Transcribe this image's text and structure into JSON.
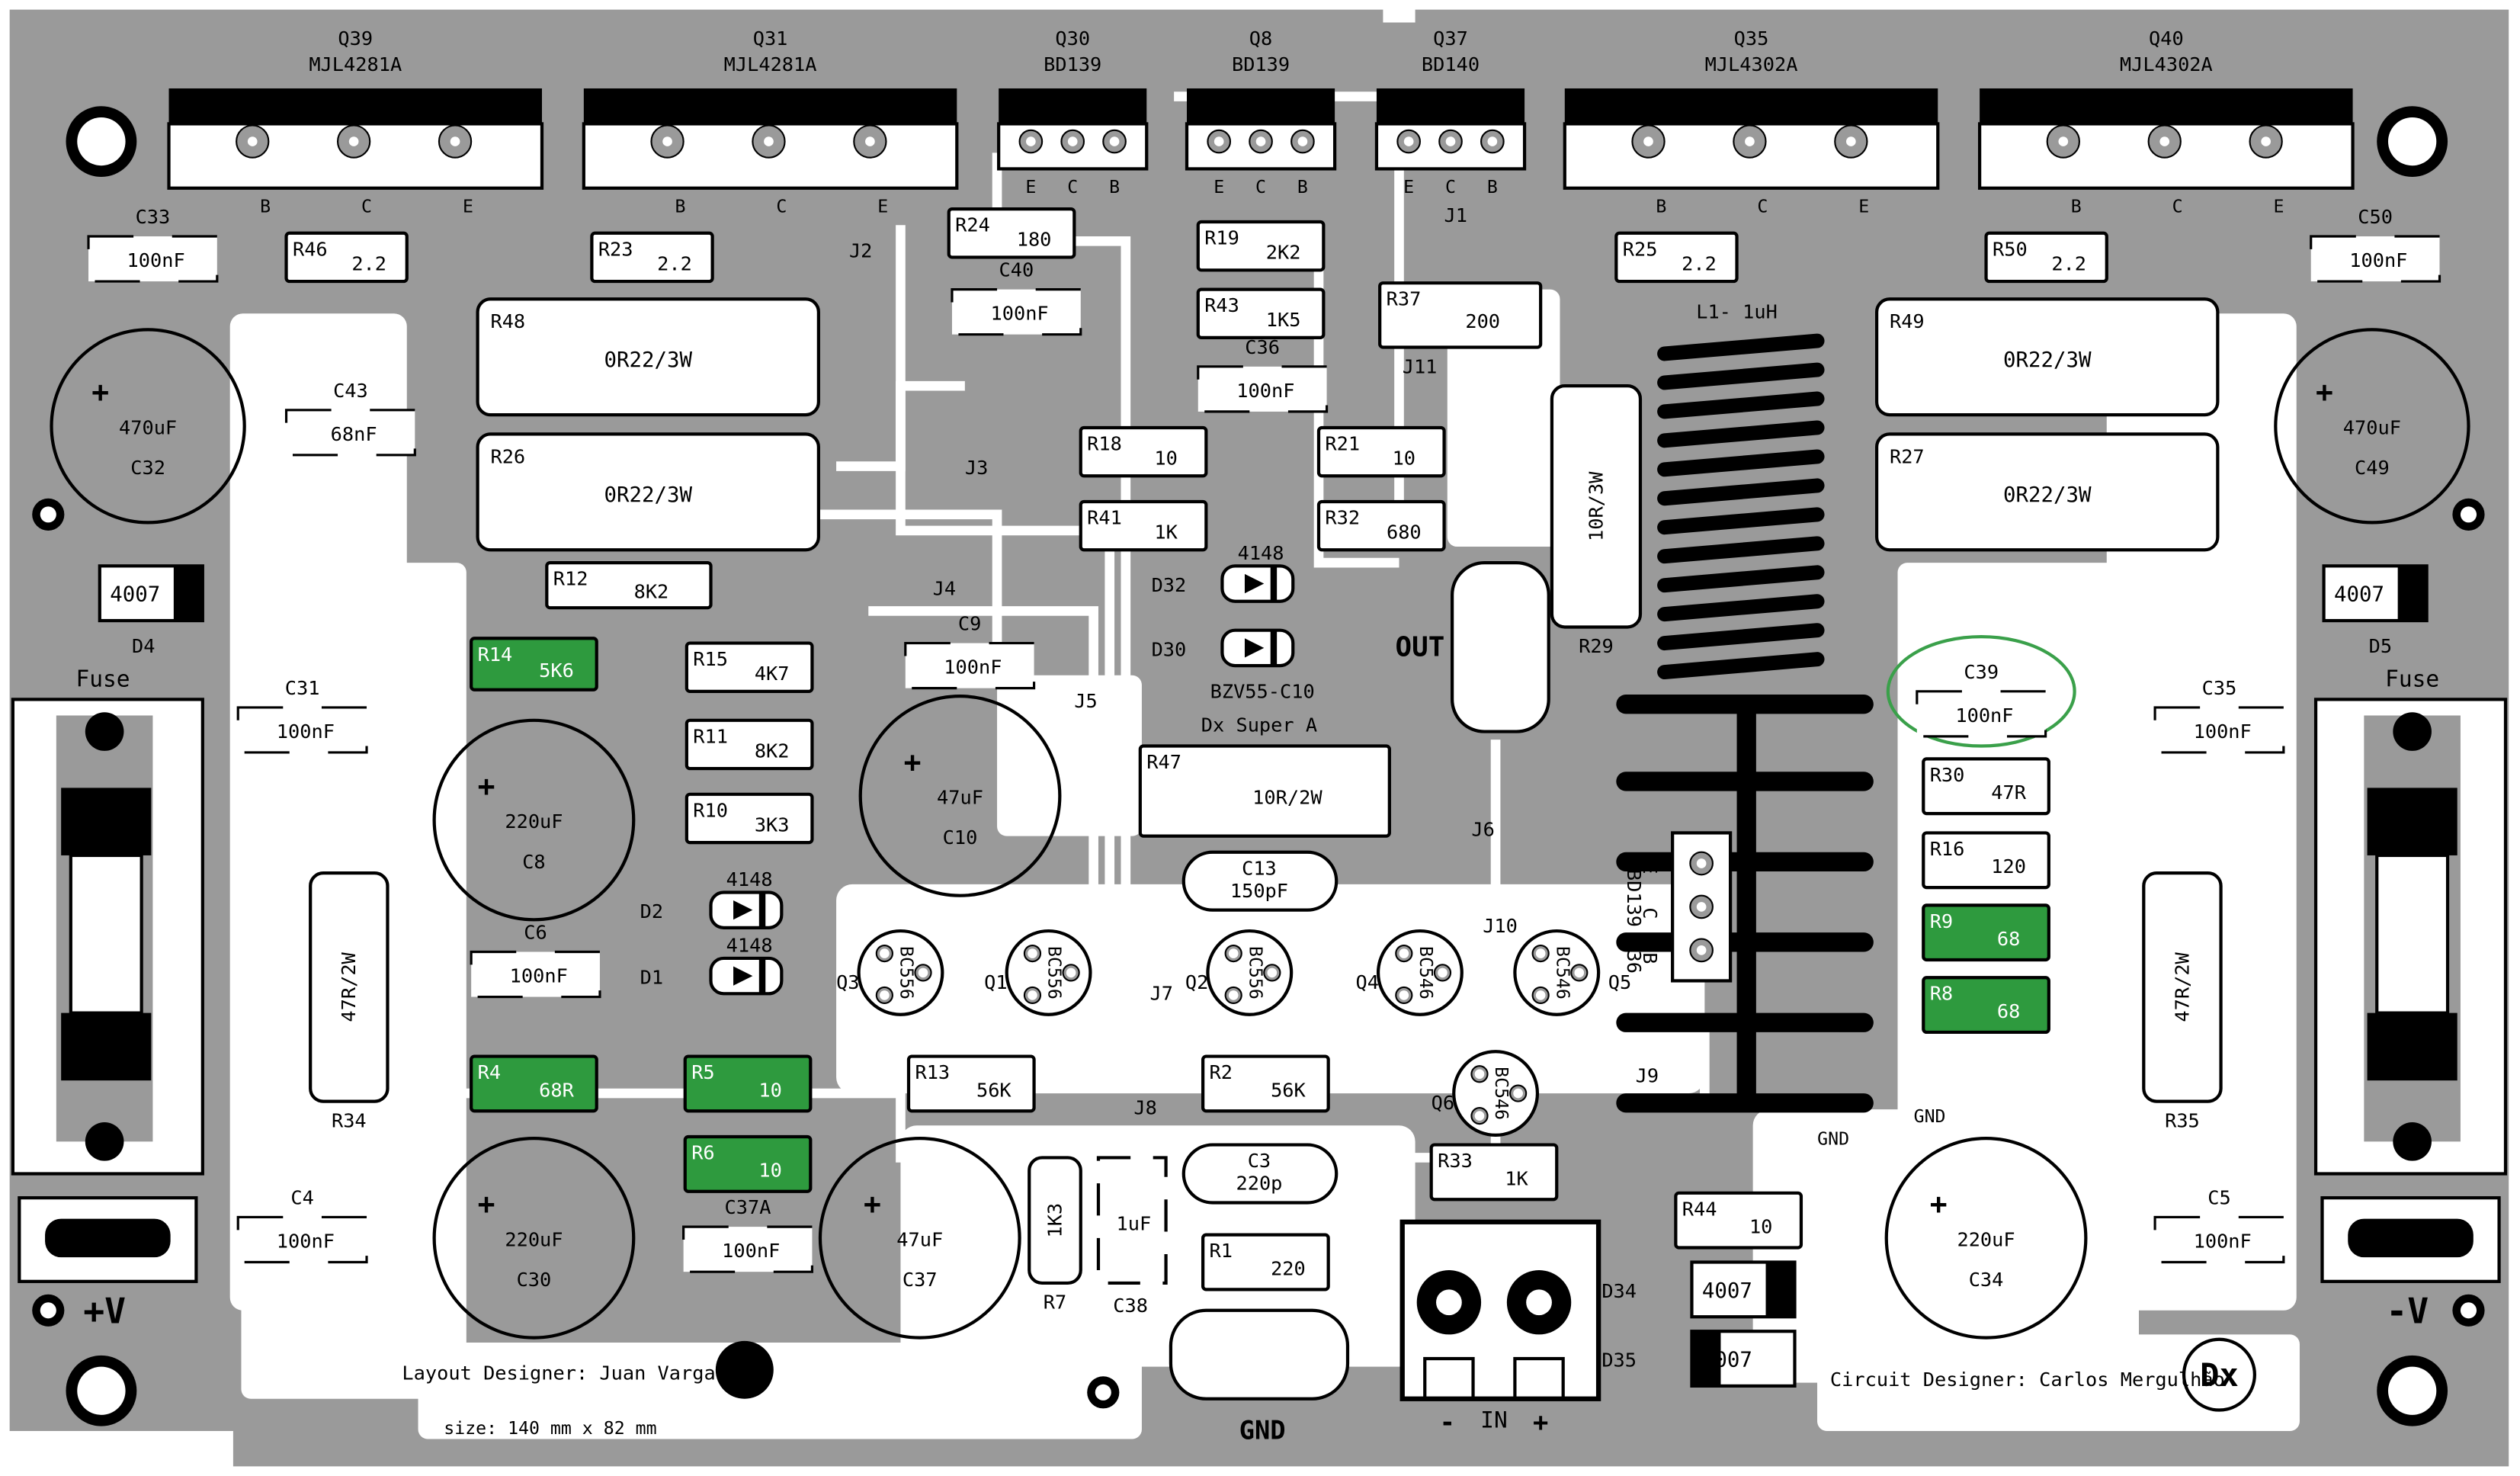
{
  "colors": {
    "copper": "#9a9a9a",
    "board": "#ffffff",
    "silk": "#000000",
    "highlight_fill": "#2e9a3e",
    "highlight_text": "#ffffff",
    "annotation_circle": "#3aa04a"
  },
  "transistors": [
    {
      "id": "Q39",
      "part": "MJL4281A",
      "pins": [
        "B",
        "C",
        "E"
      ]
    },
    {
      "id": "Q31",
      "part": "MJL4281A",
      "pins": [
        "B",
        "C",
        "E"
      ]
    },
    {
      "id": "Q30",
      "part": "BD139",
      "pins": [
        "E",
        "C",
        "B"
      ]
    },
    {
      "id": "Q8",
      "part": "BD139",
      "pins": [
        "E",
        "C",
        "B"
      ]
    },
    {
      "id": "Q37",
      "part": "BD140",
      "pins": [
        "E",
        "C",
        "B"
      ]
    },
    {
      "id": "Q35",
      "part": "MJL4302A",
      "pins": [
        "B",
        "C",
        "E"
      ]
    },
    {
      "id": "Q40",
      "part": "MJL4302A",
      "pins": [
        "B",
        "C",
        "E"
      ]
    }
  ],
  "small_transistors": [
    {
      "id": "Q3",
      "part": "BC556"
    },
    {
      "id": "Q1",
      "part": "BC556"
    },
    {
      "id": "Q2",
      "part": "BC556"
    },
    {
      "id": "Q4",
      "part": "BC546"
    },
    {
      "id": "Q5",
      "part": "BC546"
    },
    {
      "id": "Q6",
      "part": "BC546"
    }
  ],
  "resistors": [
    {
      "id": "R46",
      "value": "2.2"
    },
    {
      "id": "R23",
      "value": "2.2"
    },
    {
      "id": "R24",
      "value": "180"
    },
    {
      "id": "R19",
      "value": "2K2"
    },
    {
      "id": "R43",
      "value": "1K5"
    },
    {
      "id": "R25",
      "value": "2.2"
    },
    {
      "id": "R50",
      "value": "2.2"
    },
    {
      "id": "R48",
      "value": "0R22/3W"
    },
    {
      "id": "R26",
      "value": "0R22/3W"
    },
    {
      "id": "R49",
      "value": "0R22/3W"
    },
    {
      "id": "R27",
      "value": "0R22/3W"
    },
    {
      "id": "R37",
      "value": "200"
    },
    {
      "id": "R18",
      "value": "10"
    },
    {
      "id": "R21",
      "value": "10"
    },
    {
      "id": "R41",
      "value": "1K"
    },
    {
      "id": "R32",
      "value": "680"
    },
    {
      "id": "R12",
      "value": "8K2"
    },
    {
      "id": "R14",
      "value": "5K6"
    },
    {
      "id": "R15",
      "value": "4K7"
    },
    {
      "id": "R11",
      "value": "8K2"
    },
    {
      "id": "R10",
      "value": "3K3"
    },
    {
      "id": "R47",
      "value": "10R/2W"
    },
    {
      "id": "R29",
      "value": "10R/3W"
    },
    {
      "id": "R30",
      "value": "47R"
    },
    {
      "id": "R16",
      "value": "120"
    },
    {
      "id": "R9",
      "value": "68"
    },
    {
      "id": "R8",
      "value": "68"
    },
    {
      "id": "R34",
      "value": "47R/2W"
    },
    {
      "id": "R35",
      "value": "47R/2W"
    },
    {
      "id": "R4",
      "value": "68R"
    },
    {
      "id": "R5",
      "value": "10"
    },
    {
      "id": "R6",
      "value": "10"
    },
    {
      "id": "R13",
      "value": "56K"
    },
    {
      "id": "R2",
      "value": "56K"
    },
    {
      "id": "R7",
      "value": "1K3"
    },
    {
      "id": "R1",
      "value": "220"
    },
    {
      "id": "R33",
      "value": "1K"
    },
    {
      "id": "R44",
      "value": "10"
    }
  ],
  "capacitors": [
    {
      "id": "C33",
      "value": "100nF"
    },
    {
      "id": "C50",
      "value": "100nF"
    },
    {
      "id": "C32",
      "value": "470uF"
    },
    {
      "id": "C49",
      "value": "470uF"
    },
    {
      "id": "C43",
      "value": "68nF"
    },
    {
      "id": "C40",
      "value": "100nF"
    },
    {
      "id": "C36",
      "value": "100nF"
    },
    {
      "id": "C9",
      "value": "100nF"
    },
    {
      "id": "C10",
      "value": "47uF"
    },
    {
      "id": "C8",
      "value": "220uF"
    },
    {
      "id": "C6",
      "value": "100nF"
    },
    {
      "id": "C31",
      "value": "100nF"
    },
    {
      "id": "C35",
      "value": "100nF"
    },
    {
      "id": "C39",
      "value": "100nF"
    },
    {
      "id": "C13",
      "value": "150pF"
    },
    {
      "id": "C3",
      "value": "220p"
    },
    {
      "id": "C38",
      "value": "1uF"
    },
    {
      "id": "C4",
      "value": "100nF"
    },
    {
      "id": "C5",
      "value": "100nF"
    },
    {
      "id": "C30",
      "value": "220uF"
    },
    {
      "id": "C37A",
      "value": "100nF"
    },
    {
      "id": "C37",
      "value": "47uF"
    },
    {
      "id": "C34",
      "value": "220uF"
    }
  ],
  "diodes": [
    {
      "id": "D4",
      "value": "4007"
    },
    {
      "id": "D5",
      "value": "4007"
    },
    {
      "id": "D2",
      "value": "4148"
    },
    {
      "id": "D1",
      "value": "4148"
    },
    {
      "id": "D32",
      "value": "4148"
    },
    {
      "id": "D30",
      "value": "BZV55-C10"
    },
    {
      "id": "D34",
      "value": "4007"
    },
    {
      "id": "D35",
      "value": "4007"
    }
  ],
  "labels": {
    "inductor": "L1- 1uH",
    "out": "OUT",
    "fuse": "Fuse",
    "plus_v": "+V",
    "minus_v": "-V",
    "gnd": "GND",
    "in": "IN",
    "minus": "-",
    "plus": "+",
    "dx_super": "Dx Super A",
    "bd139_q36": "BD139 Q36",
    "dx_logo": "Dx",
    "q36_pins": [
      "E",
      "C",
      "B"
    ]
  },
  "jumpers": [
    "J1",
    "J2",
    "J3",
    "J4",
    "J5",
    "J6",
    "J7",
    "J8",
    "J9",
    "J10",
    "J11"
  ],
  "credits": {
    "layout": "Layout Designer:  Juan Vargas",
    "size": "size: 140 mm x 82 mm",
    "circuit": "Circuit Designer:  Carlos Mergulhão"
  }
}
